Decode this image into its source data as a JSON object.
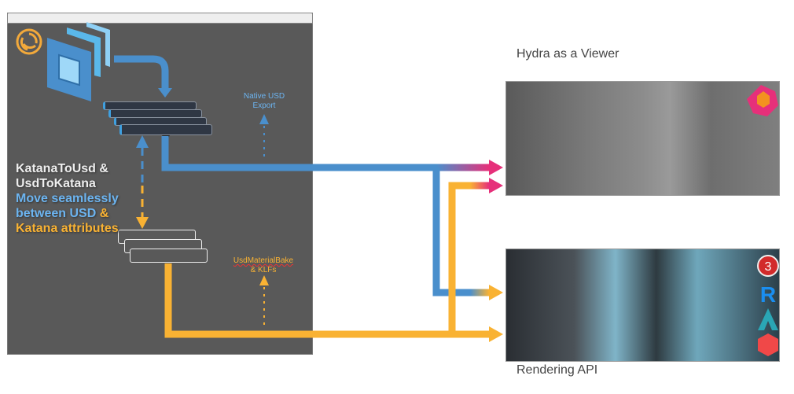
{
  "left_panel": {
    "title_lines": [
      "KatanaToUsd &",
      "UsdToKatana"
    ],
    "blue_lines": [
      "Move seamlessly",
      "between USD"
    ],
    "amp": "&",
    "orange_line": "Katana attributes",
    "native_export": [
      "Native USD",
      "Export"
    ],
    "material_bake": [
      "UsdMaterialBake",
      "& KLFs"
    ]
  },
  "right": {
    "viewer_heading": "Hydra as a Viewer",
    "render_heading": "Rendering API"
  },
  "colors": {
    "panel": "#595959",
    "blue": "#4a8fcc",
    "orange": "#f9b233",
    "pink": "#e6307a",
    "light_blue": "#6cb4f0"
  },
  "icons": [
    "katana-logo-icon",
    "usd-logo-icon",
    "hydra-logo-icon",
    "renderer-3delight-icon",
    "renderman-icon",
    "arnold-icon",
    "redshift-icon"
  ]
}
